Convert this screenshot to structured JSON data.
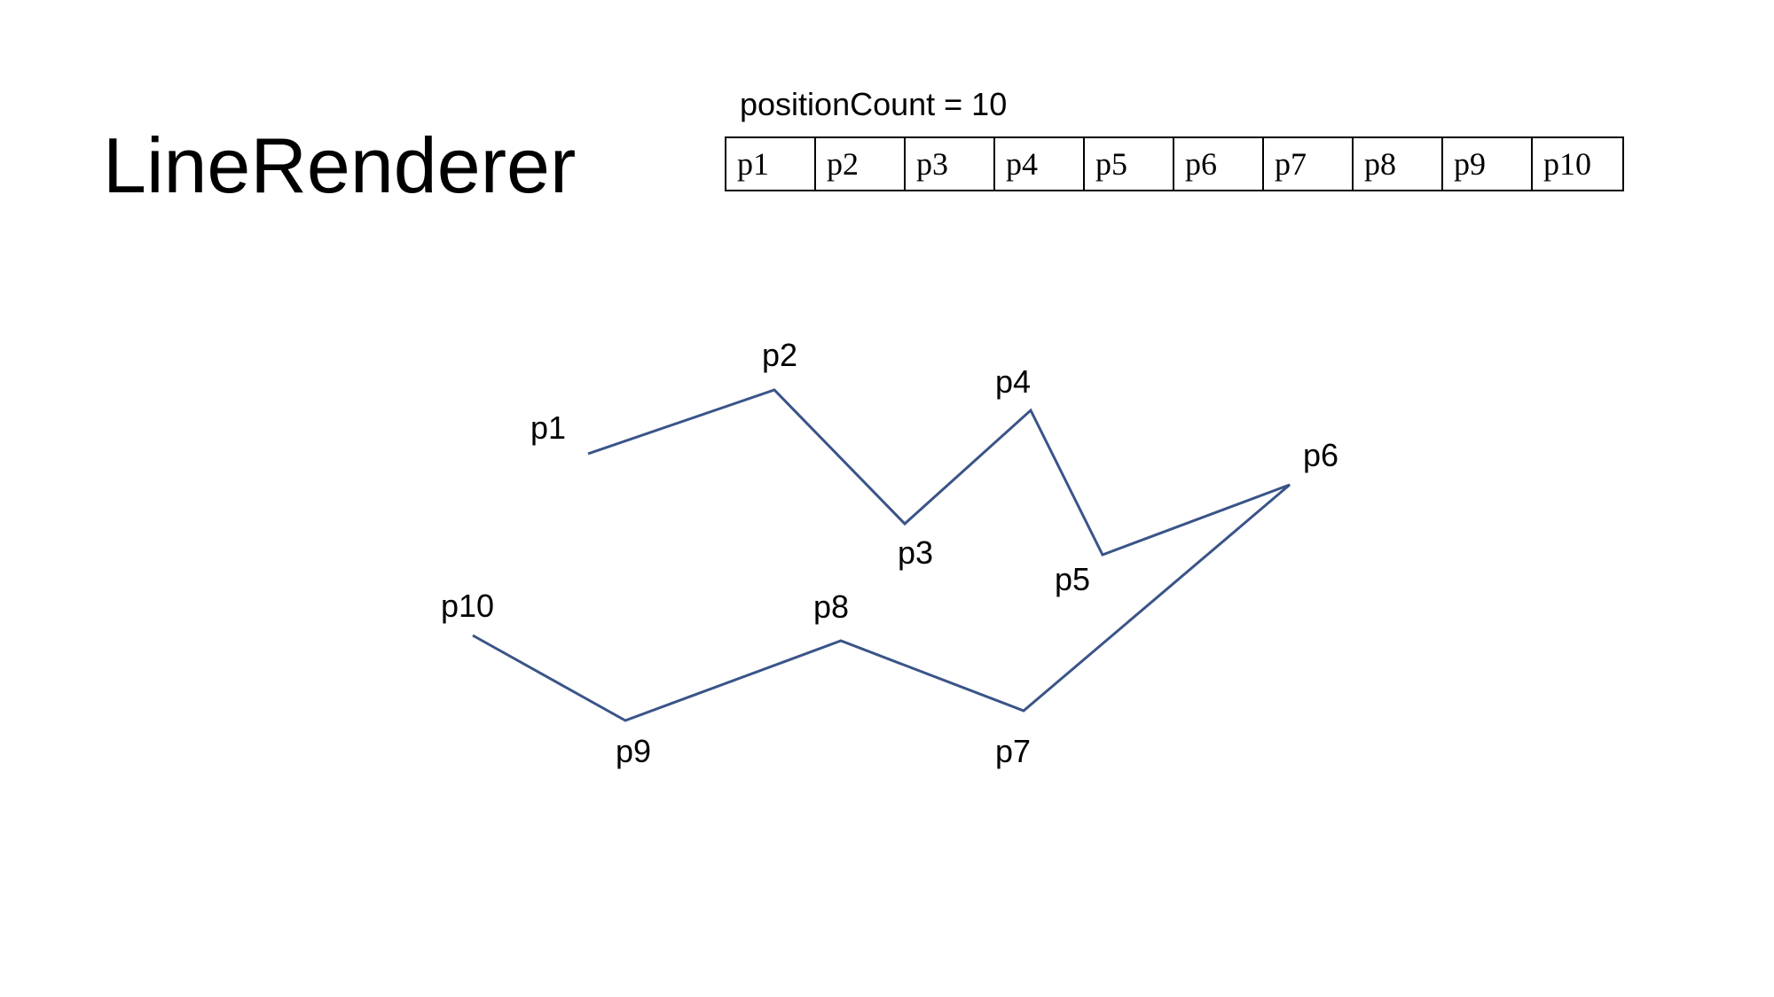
{
  "title": "LineRenderer",
  "position_count_label": "positionCount = 10",
  "positions_array": [
    "p1",
    "p2",
    "p3",
    "p4",
    "p5",
    "p6",
    "p7",
    "p8",
    "p9",
    "p10"
  ],
  "line_color": "#3a5488",
  "points": [
    {
      "label": "p1"
    },
    {
      "label": "p2"
    },
    {
      "label": "p3"
    },
    {
      "label": "p4"
    },
    {
      "label": "p5"
    },
    {
      "label": "p6"
    },
    {
      "label": "p7"
    },
    {
      "label": "p8"
    },
    {
      "label": "p9"
    },
    {
      "label": "p10"
    }
  ]
}
